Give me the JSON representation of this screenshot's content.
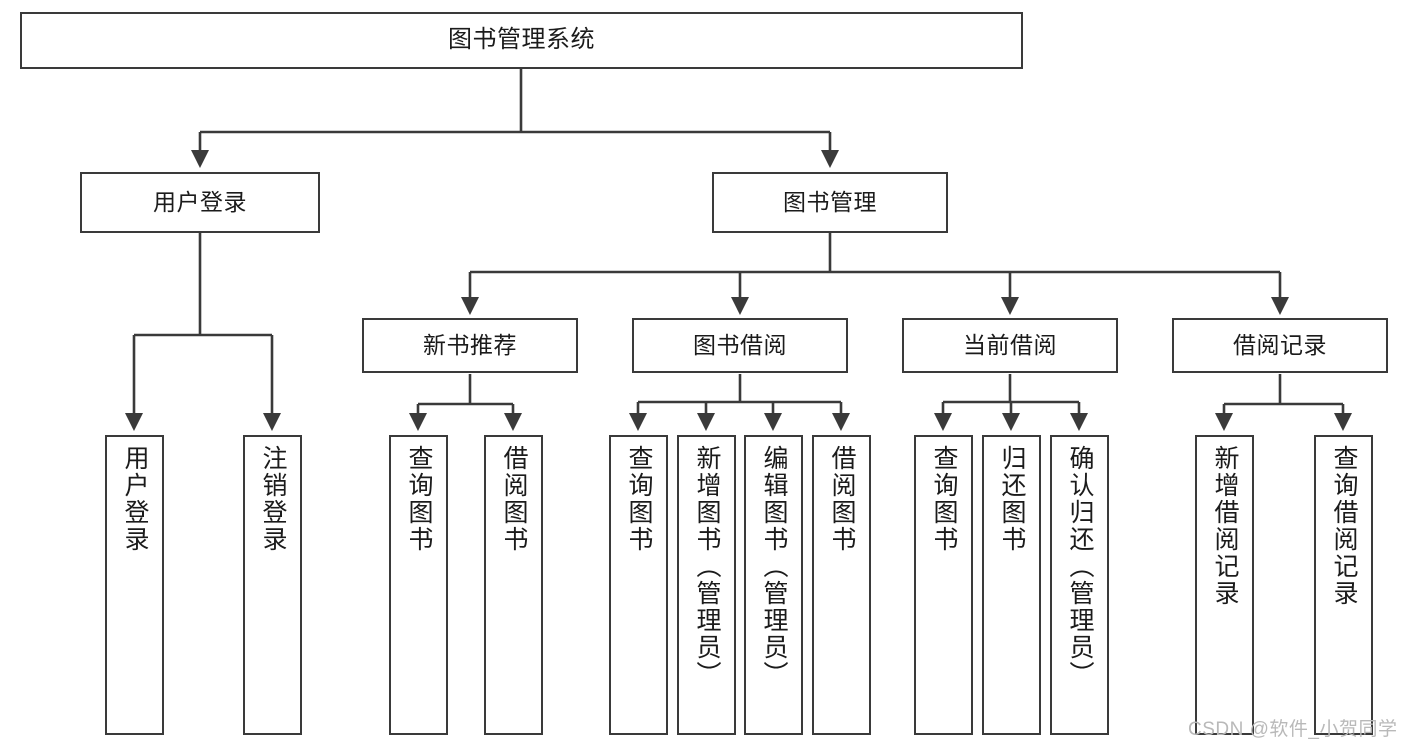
{
  "diagram": {
    "type": "tree-hierarchy",
    "title": "图书管理系统",
    "watermark": "CSDN @软件_小贺同学",
    "colors": {
      "stroke": "#3a3a3a",
      "fill": "#ffffff",
      "text": "#1b1b1b",
      "watermark": "#b9b9b9"
    },
    "nodes": {
      "root": {
        "label": "图书管理系统",
        "orientation": "horizontal",
        "level": 0
      },
      "l1": [
        {
          "id": "user-login",
          "label": "用户登录",
          "orientation": "horizontal",
          "level": 1
        },
        {
          "id": "book-manage",
          "label": "图书管理",
          "orientation": "horizontal",
          "level": 1
        }
      ],
      "l2": [
        {
          "id": "new-book-recommend",
          "label": "新书推荐",
          "orientation": "horizontal",
          "level": 2,
          "parent": "book-manage"
        },
        {
          "id": "book-borrow",
          "label": "图书借阅",
          "orientation": "horizontal",
          "level": 2,
          "parent": "book-manage"
        },
        {
          "id": "current-borrow",
          "label": "当前借阅",
          "orientation": "horizontal",
          "level": 2,
          "parent": "book-manage"
        },
        {
          "id": "borrow-record",
          "label": "借阅记录",
          "orientation": "horizontal",
          "level": 2,
          "parent": "book-manage"
        }
      ],
      "leaves": [
        {
          "id": "leaf-user-login",
          "label": "用户登录",
          "orientation": "vertical",
          "parent": "user-login"
        },
        {
          "id": "leaf-logout",
          "label": "注销登录",
          "orientation": "vertical",
          "parent": "user-login"
        },
        {
          "id": "leaf-query-book-1",
          "label": "查询图书",
          "orientation": "vertical",
          "parent": "new-book-recommend"
        },
        {
          "id": "leaf-borrow-book-1",
          "label": "借阅图书",
          "orientation": "vertical",
          "parent": "new-book-recommend"
        },
        {
          "id": "leaf-query-book-2",
          "label": "查询图书",
          "orientation": "vertical",
          "parent": "book-borrow"
        },
        {
          "id": "leaf-add-book",
          "label": "新增图书（管理员）",
          "orientation": "vertical",
          "parent": "book-borrow"
        },
        {
          "id": "leaf-edit-book",
          "label": "编辑图书（管理员）",
          "orientation": "vertical",
          "parent": "book-borrow"
        },
        {
          "id": "leaf-borrow-book-2",
          "label": "借阅图书",
          "orientation": "vertical",
          "parent": "book-borrow"
        },
        {
          "id": "leaf-query-book-3",
          "label": "查询图书",
          "orientation": "vertical",
          "parent": "current-borrow"
        },
        {
          "id": "leaf-return-book",
          "label": "归还图书",
          "orientation": "vertical",
          "parent": "current-borrow"
        },
        {
          "id": "leaf-confirm-return",
          "label": "确认归还（管理员）",
          "orientation": "vertical",
          "parent": "current-borrow"
        },
        {
          "id": "leaf-add-record",
          "label": "新增借阅记录",
          "orientation": "vertical",
          "parent": "borrow-record"
        },
        {
          "id": "leaf-query-record",
          "label": "查询借阅记录",
          "orientation": "vertical",
          "parent": "borrow-record"
        }
      ]
    }
  }
}
